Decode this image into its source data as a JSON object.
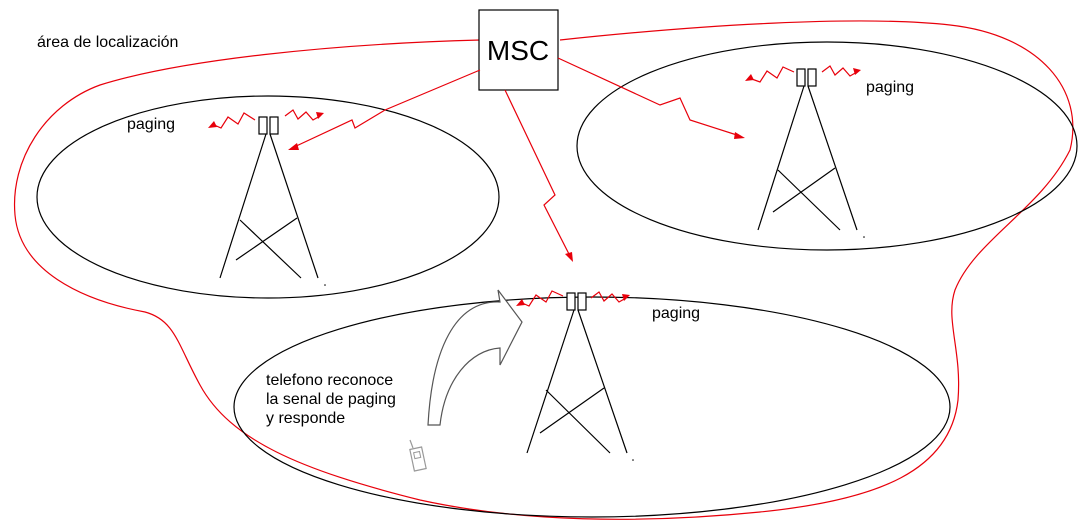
{
  "area_label": "área de localización",
  "msc": {
    "label": "MSC"
  },
  "cells": [
    {
      "name": "left-cell",
      "paging_label": "paging"
    },
    {
      "name": "right-cell",
      "paging_label": "paging"
    },
    {
      "name": "bottom-cell",
      "paging_label": "paging"
    }
  ],
  "phone_note": {
    "lines": [
      "telefono reconoce",
      "la senal de paging",
      "y responde"
    ]
  },
  "colors": {
    "signal": "#e8000b",
    "outline": "#000000",
    "phone": "#999999"
  }
}
